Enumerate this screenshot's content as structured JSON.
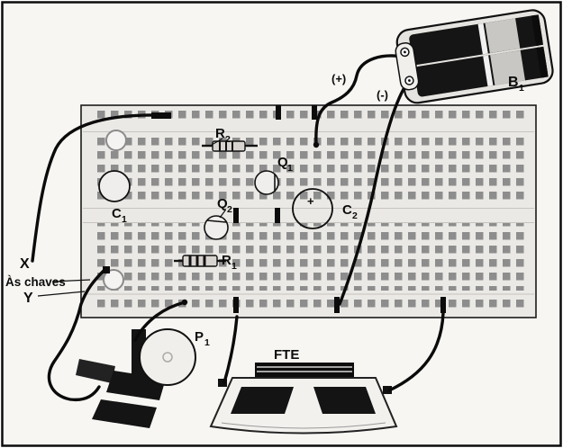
{
  "labels": {
    "b1": {
      "base": "B",
      "sub": "1"
    },
    "p1": {
      "base": "P",
      "sub": "1"
    },
    "r1": {
      "base": "R",
      "sub": "1"
    },
    "r2": {
      "base": "R",
      "sub": "2"
    },
    "q1": {
      "base": "Q",
      "sub": "1"
    },
    "q2": {
      "base": "Q",
      "sub": "2"
    },
    "c1": {
      "base": "C",
      "sub": "1"
    },
    "c2": {
      "base": "C",
      "sub": "2"
    },
    "fte": "FTE",
    "x": "X",
    "y": "Y",
    "as_chaves": "Às chaves",
    "battery_plus": "(+)",
    "battery_minus": "(-)",
    "c2_polarity": "+"
  },
  "colors": {
    "paper": "#f7f6f3",
    "board": "#ebe9e5",
    "hole": "#8d8d8d",
    "wire": "#0b0b0b",
    "ink": "#111111",
    "component_fill": "#efeeec",
    "battery_body": "#151515"
  }
}
